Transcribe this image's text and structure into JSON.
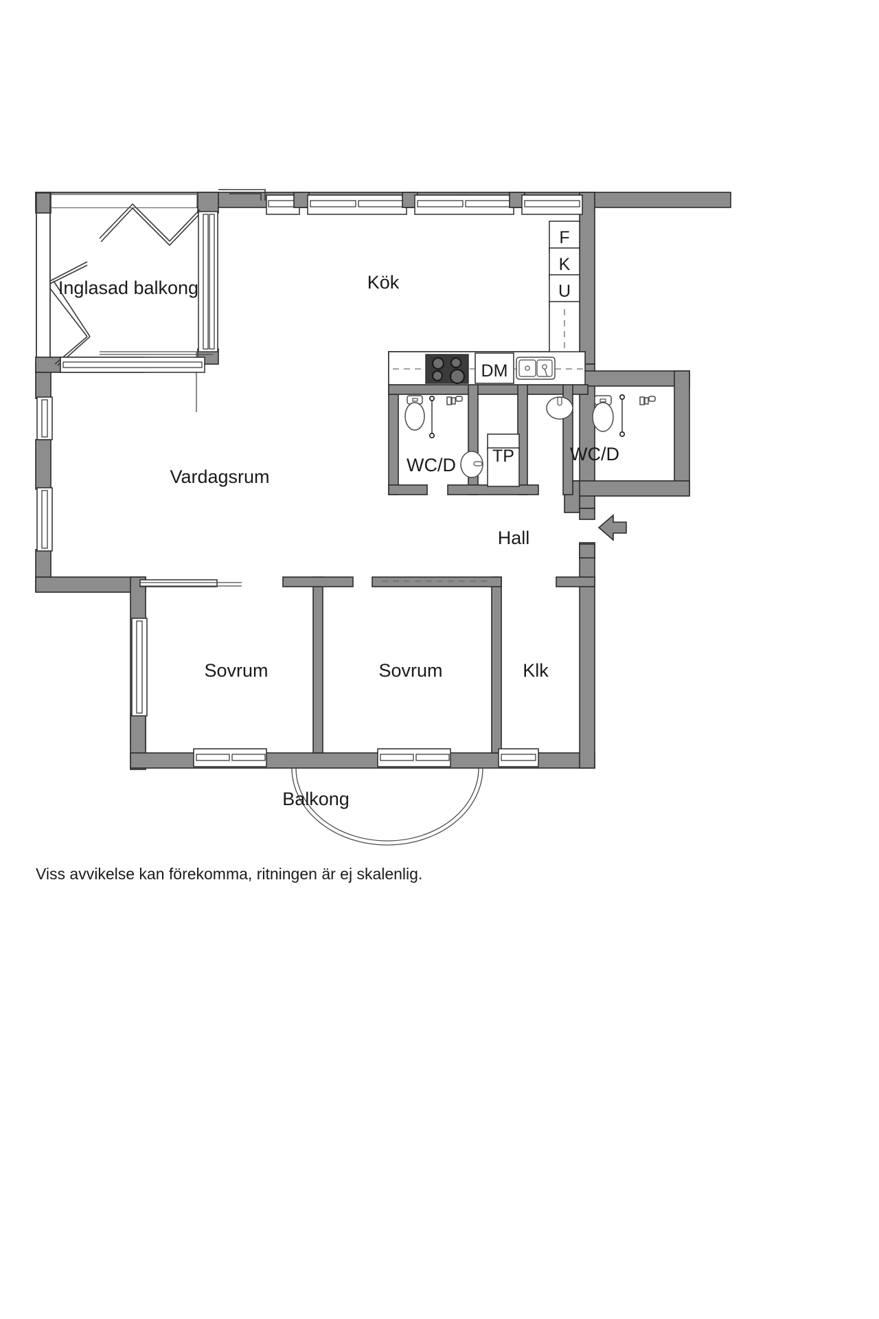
{
  "document": {
    "type": "floor-plan",
    "language": "sv",
    "footer_note": "Viss avvikelse kan förekomma, ritningen är ej skalenlig."
  },
  "colors": {
    "wall_fill": "#8d8d8d",
    "wall_stroke": "#2b2b2b",
    "room_fill": "#ffffff",
    "text": "#1a1a1a",
    "stove_fill": "#3b3b3b",
    "background": "#ffffff"
  },
  "rooms": [
    {
      "id": "inglasad-balkong",
      "label": "Inglasad balkong"
    },
    {
      "id": "kok",
      "label": "Kök"
    },
    {
      "id": "vardagsrum",
      "label": "Vardagsrum"
    },
    {
      "id": "wc-d-left",
      "label": "WC/D"
    },
    {
      "id": "wc-d-right",
      "label": "WC/D"
    },
    {
      "id": "hall",
      "label": "Hall"
    },
    {
      "id": "sovrum-1",
      "label": "Sovrum"
    },
    {
      "id": "sovrum-2",
      "label": "Sovrum"
    },
    {
      "id": "klk",
      "label": "Klk"
    },
    {
      "id": "balkong",
      "label": "Balkong"
    }
  ],
  "appliance_labels": [
    {
      "id": "f",
      "label": "F",
      "meaning": "frys"
    },
    {
      "id": "k",
      "label": "K",
      "meaning": "kyl"
    },
    {
      "id": "u",
      "label": "U",
      "meaning": "ugn"
    },
    {
      "id": "dm",
      "label": "DM",
      "meaning": "diskmaskin"
    },
    {
      "id": "tp",
      "label": "TP",
      "meaning": "tvattpelare"
    }
  ],
  "fixtures": [
    {
      "id": "stove",
      "name": "cooktop-four-burner"
    },
    {
      "id": "sink",
      "name": "kitchen-sink-double"
    },
    {
      "id": "toilet-left",
      "name": "toilet-icon"
    },
    {
      "id": "toilet-right",
      "name": "toilet-icon"
    },
    {
      "id": "washbasin-left",
      "name": "washbasin-icon"
    },
    {
      "id": "washbasin-right",
      "name": "washbasin-icon"
    },
    {
      "id": "shower-left",
      "name": "shower-mixer-icon"
    },
    {
      "id": "shower-right",
      "name": "shower-mixer-icon"
    }
  ],
  "entrance": {
    "name": "entrance-arrow",
    "direction": "left"
  }
}
